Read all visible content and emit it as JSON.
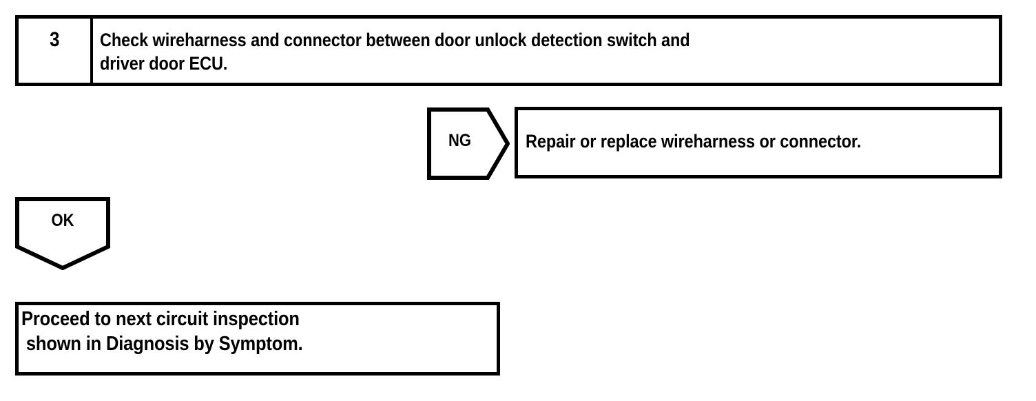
{
  "document": {
    "type": "automotive-diagnostic-flowchart",
    "background_color": "#ffffff",
    "line_color": "#000000"
  },
  "step": {
    "number": "3",
    "lines": [
      "Check wireharness and connector between door unlock detection switch and",
      "driver door ECU."
    ]
  },
  "branch_ng": {
    "label": "NG",
    "result_box": {
      "text": "Repair or replace wireharness or connector."
    }
  },
  "branch_ok": {
    "label": "OK",
    "result_box": {
      "lines": [
        "Proceed to next circuit inspection",
        " shown in Diagnosis by Symptom."
      ]
    }
  }
}
